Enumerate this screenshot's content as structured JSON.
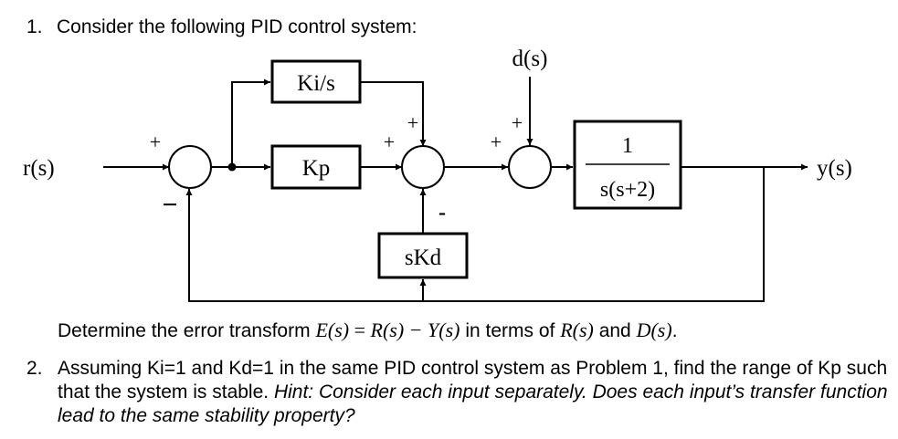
{
  "problem1": {
    "number": "1.",
    "title": "Consider the following PID control system:",
    "determine": {
      "prefix": "Determine the error transform",
      "eq_lhs": "E(s)",
      "eq_sign": " = ",
      "eq_rhs": "R(s) − Y(s)",
      "middle": "in terms of",
      "r": "R(s)",
      "and": "and",
      "d": "D(s)",
      "end": "."
    }
  },
  "diagram": {
    "input_label": "r(s)",
    "output_label": "y(s)",
    "disturbance_label": "d(s)",
    "blocks": {
      "integral": "Ki/s",
      "proportional": "Kp",
      "derivative": "sKd",
      "plant_num": "1",
      "plant_den": "s(s+2)"
    },
    "signs": {
      "sum1_input": "+",
      "sum1_feedback": "−",
      "sum2_prop": "+",
      "sum2_int": "+",
      "sum2_deriv": "-",
      "sum3_control": "+",
      "sum3_dist": "+"
    }
  },
  "problem2": {
    "number": "2.",
    "text": "Assuming Ki=1 and Kd=1 in the same PID control system as Problem 1, find the range of Kp such that the system is stable.",
    "hint": "Hint: Consider each input separately. Does each input’s transfer function lead to the same stability property?"
  }
}
